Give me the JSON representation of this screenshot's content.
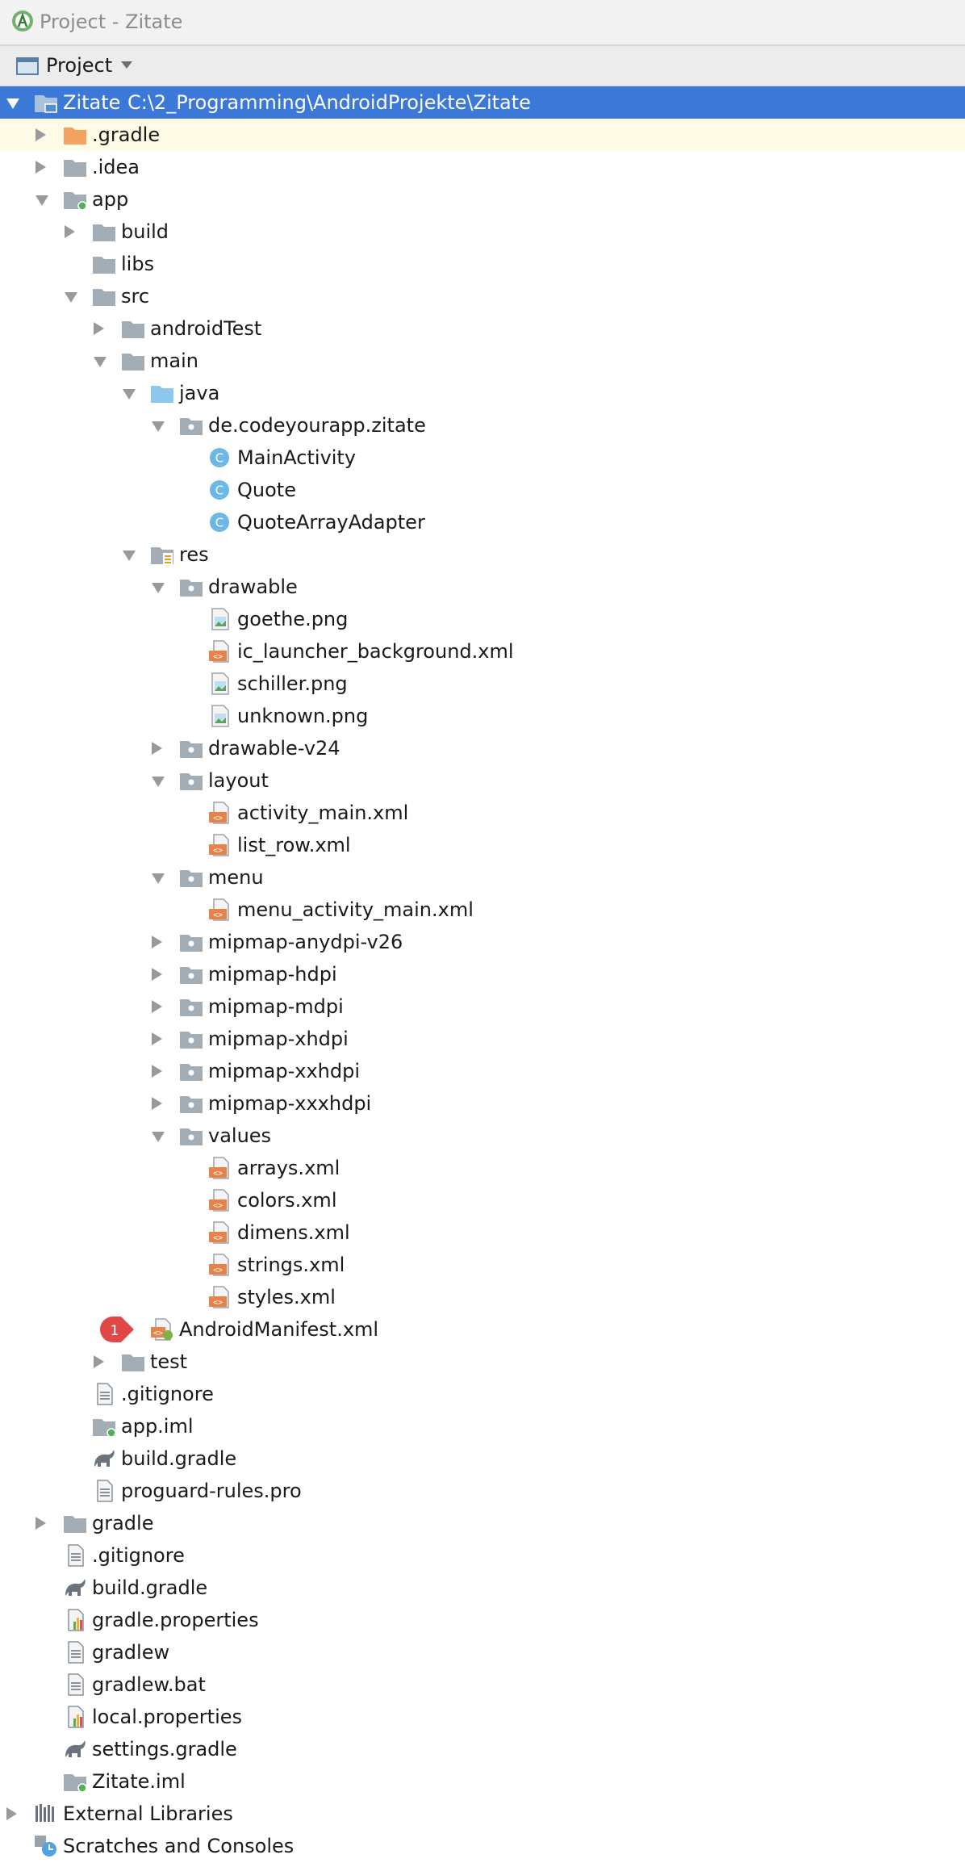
{
  "window": {
    "title": "Project - Zitate"
  },
  "toolbar": {
    "view_label": "Project"
  },
  "colors": {
    "selection": "#3c78d8",
    "highlight_row": "#fdfbe6",
    "folder": "#a3adb5",
    "orange_folder": "#f4a261",
    "xml_icon": "#e8844a",
    "class_icon": "#6bb7e8",
    "badge": "#e04848"
  },
  "tree": [
    {
      "label": "Zitate",
      "extra": "C:\\2_Programming\\AndroidProjekte\\Zitate",
      "level": 0,
      "arrow": "expanded",
      "icon": "module-root-icon",
      "selected": true
    },
    {
      "label": ".gradle",
      "level": 1,
      "arrow": "collapsed",
      "icon": "folder-orange-icon",
      "highlight": true
    },
    {
      "label": ".idea",
      "level": 1,
      "arrow": "collapsed",
      "icon": "folder-icon"
    },
    {
      "label": "app",
      "level": 1,
      "arrow": "expanded",
      "icon": "module-folder-icon"
    },
    {
      "label": "build",
      "level": 2,
      "arrow": "collapsed",
      "icon": "folder-icon"
    },
    {
      "label": "libs",
      "level": 2,
      "arrow": "none",
      "icon": "folder-icon"
    },
    {
      "label": "src",
      "level": 2,
      "arrow": "expanded",
      "icon": "folder-icon"
    },
    {
      "label": "androidTest",
      "level": 3,
      "arrow": "collapsed",
      "icon": "folder-icon"
    },
    {
      "label": "main",
      "level": 3,
      "arrow": "expanded",
      "icon": "folder-icon"
    },
    {
      "label": "java",
      "level": 4,
      "arrow": "expanded",
      "icon": "source-folder-icon"
    },
    {
      "label": "de.codeyourapp.zitate",
      "level": 5,
      "arrow": "expanded",
      "icon": "package-icon"
    },
    {
      "label": "MainActivity",
      "level": 6,
      "arrow": "none",
      "icon": "class-icon"
    },
    {
      "label": "Quote",
      "level": 6,
      "arrow": "none",
      "icon": "class-icon"
    },
    {
      "label": "QuoteArrayAdapter",
      "level": 6,
      "arrow": "none",
      "icon": "class-icon"
    },
    {
      "label": "res",
      "level": 4,
      "arrow": "expanded",
      "icon": "resource-folder-icon"
    },
    {
      "label": "drawable",
      "level": 5,
      "arrow": "expanded",
      "icon": "package-icon"
    },
    {
      "label": "goethe.png",
      "level": 6,
      "arrow": "none",
      "icon": "image-file-icon"
    },
    {
      "label": "ic_launcher_background.xml",
      "level": 6,
      "arrow": "none",
      "icon": "xml-file-icon"
    },
    {
      "label": "schiller.png",
      "level": 6,
      "arrow": "none",
      "icon": "image-file-icon"
    },
    {
      "label": "unknown.png",
      "level": 6,
      "arrow": "none",
      "icon": "image-file-icon"
    },
    {
      "label": "drawable-v24",
      "level": 5,
      "arrow": "collapsed",
      "icon": "package-icon"
    },
    {
      "label": "layout",
      "level": 5,
      "arrow": "expanded",
      "icon": "package-icon"
    },
    {
      "label": "activity_main.xml",
      "level": 6,
      "arrow": "none",
      "icon": "xml-file-icon"
    },
    {
      "label": "list_row.xml",
      "level": 6,
      "arrow": "none",
      "icon": "xml-file-icon"
    },
    {
      "label": "menu",
      "level": 5,
      "arrow": "expanded",
      "icon": "package-icon"
    },
    {
      "label": "menu_activity_main.xml",
      "level": 6,
      "arrow": "none",
      "icon": "xml-file-icon"
    },
    {
      "label": "mipmap-anydpi-v26",
      "level": 5,
      "arrow": "collapsed",
      "icon": "package-icon"
    },
    {
      "label": "mipmap-hdpi",
      "level": 5,
      "arrow": "collapsed",
      "icon": "package-icon"
    },
    {
      "label": "mipmap-mdpi",
      "level": 5,
      "arrow": "collapsed",
      "icon": "package-icon"
    },
    {
      "label": "mipmap-xhdpi",
      "level": 5,
      "arrow": "collapsed",
      "icon": "package-icon"
    },
    {
      "label": "mipmap-xxhdpi",
      "level": 5,
      "arrow": "collapsed",
      "icon": "package-icon"
    },
    {
      "label": "mipmap-xxxhdpi",
      "level": 5,
      "arrow": "collapsed",
      "icon": "package-icon"
    },
    {
      "label": "values",
      "level": 5,
      "arrow": "expanded",
      "icon": "package-icon"
    },
    {
      "label": "arrays.xml",
      "level": 6,
      "arrow": "none",
      "icon": "xml-file-icon"
    },
    {
      "label": "colors.xml",
      "level": 6,
      "arrow": "none",
      "icon": "xml-file-icon"
    },
    {
      "label": "dimens.xml",
      "level": 6,
      "arrow": "none",
      "icon": "xml-file-icon"
    },
    {
      "label": "strings.xml",
      "level": 6,
      "arrow": "none",
      "icon": "xml-file-icon"
    },
    {
      "label": "styles.xml",
      "level": 6,
      "arrow": "none",
      "icon": "xml-file-icon"
    },
    {
      "label": "AndroidManifest.xml",
      "level": 4,
      "arrow": "none",
      "icon": "manifest-file-icon",
      "badge": "1"
    },
    {
      "label": "test",
      "level": 3,
      "arrow": "collapsed",
      "icon": "folder-icon"
    },
    {
      "label": ".gitignore",
      "level": 2,
      "arrow": "none",
      "icon": "text-file-icon"
    },
    {
      "label": "app.iml",
      "level": 2,
      "arrow": "none",
      "icon": "module-file-icon"
    },
    {
      "label": "build.gradle",
      "level": 2,
      "arrow": "none",
      "icon": "gradle-icon"
    },
    {
      "label": "proguard-rules.pro",
      "level": 2,
      "arrow": "none",
      "icon": "text-file-icon"
    },
    {
      "label": "gradle",
      "level": 1,
      "arrow": "collapsed",
      "icon": "folder-icon"
    },
    {
      "label": ".gitignore",
      "level": 1,
      "arrow": "none",
      "icon": "text-file-icon"
    },
    {
      "label": "build.gradle",
      "level": 1,
      "arrow": "none",
      "icon": "gradle-icon"
    },
    {
      "label": "gradle.properties",
      "level": 1,
      "arrow": "none",
      "icon": "properties-file-icon"
    },
    {
      "label": "gradlew",
      "level": 1,
      "arrow": "none",
      "icon": "text-file-icon"
    },
    {
      "label": "gradlew.bat",
      "level": 1,
      "arrow": "none",
      "icon": "text-file-icon"
    },
    {
      "label": "local.properties",
      "level": 1,
      "arrow": "none",
      "icon": "properties-file-icon"
    },
    {
      "label": "settings.gradle",
      "level": 1,
      "arrow": "none",
      "icon": "gradle-icon"
    },
    {
      "label": "Zitate.iml",
      "level": 1,
      "arrow": "none",
      "icon": "module-file-icon"
    },
    {
      "label": "External Libraries",
      "level": 0,
      "arrow": "collapsed",
      "icon": "libraries-icon"
    },
    {
      "label": "Scratches and Consoles",
      "level": 0,
      "arrow": "none",
      "icon": "scratches-icon"
    }
  ]
}
